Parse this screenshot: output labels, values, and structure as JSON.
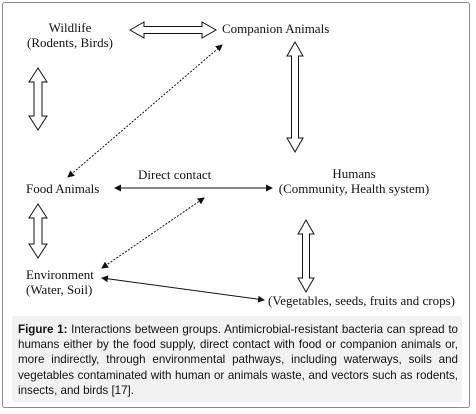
{
  "nodes": {
    "wildlife": {
      "line1": "Wildlife",
      "line2": "(Rodents, Birds)"
    },
    "companion": {
      "line1": "Companion Animals"
    },
    "food": {
      "line1": "Food Animals"
    },
    "humans": {
      "line1": "Humans",
      "line2": "(Community, Health system)"
    },
    "environment": {
      "line1": "Environment",
      "line2": "(Water, Soil)"
    },
    "crops": {
      "line1": "(Vegetables, seeds, fruits and crops)"
    }
  },
  "edge_labels": {
    "direct_contact": "Direct contact"
  },
  "caption": {
    "label": "Figure 1:",
    "text": "Interactions between groups. Antimicrobial-resistant bacteria can spread to humans either by the food supply, direct contact with food or companion animals or, more indirectly, through environmental pathways, including waterways, soils and vegetables contaminated with human or animals waste, and vectors such as rodents, insects, and birds [17]."
  },
  "colors": {
    "line": "#111111",
    "frame": "#8a8a8a",
    "caption_bg": "#f2f2f2"
  }
}
